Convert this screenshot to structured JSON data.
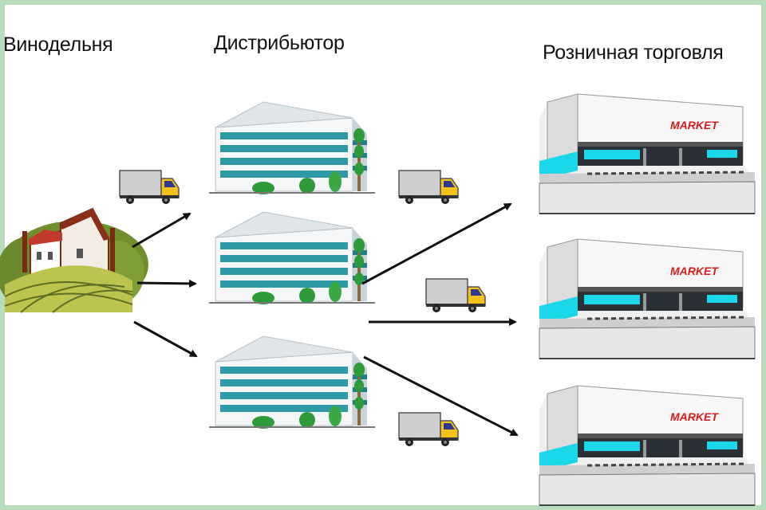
{
  "labels": {
    "winery": "Винодельня",
    "distributor": "Дистрибьютор",
    "retail": "Розничная торговля"
  },
  "store_sign": "MARKET",
  "colors": {
    "frame": "#b9dcbc",
    "arrow": "#111111",
    "truck_cargo": "#cfcfcf",
    "truck_cab": "#f2c21a",
    "building_glass": "#2d9aa6",
    "store_accent": "#19d6e8",
    "store_sign": "#d81b1b"
  },
  "icons": [
    "winery-farm-icon",
    "distributor-building-icon",
    "truck-icon",
    "retail-store-icon",
    "arrow-icon"
  ]
}
